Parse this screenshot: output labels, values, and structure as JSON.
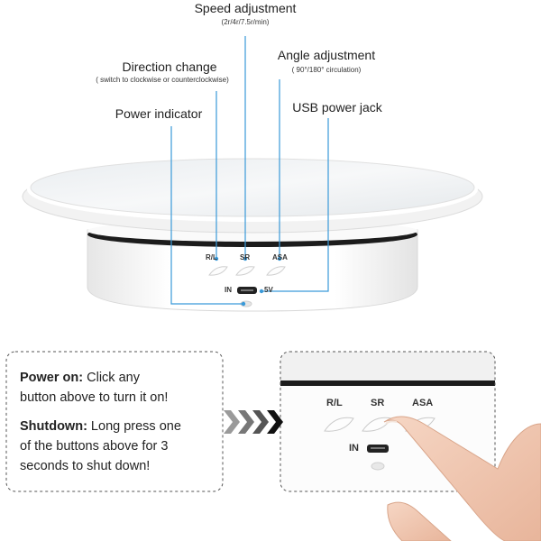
{
  "callouts": {
    "speed": {
      "title": "Speed adjustment",
      "detail": "(2r/4r/7.5r/min)"
    },
    "direction": {
      "title": "Direction change",
      "detail": "( switch to clockwise or counterclockwise)"
    },
    "angle": {
      "title": "Angle adjustment",
      "detail": "( 90°/180° circulation)"
    },
    "power_indicator": {
      "title": "Power indicator"
    },
    "usb": {
      "title": "USB power jack"
    }
  },
  "device": {
    "btn_rl": "R/L",
    "btn_sr": "SR",
    "btn_asa": "ASA",
    "port_in": "IN",
    "port_5v": "5V"
  },
  "instructions": {
    "power_on_label": "Power on:",
    "power_on_line1": " Click any",
    "power_on_line2": "button above to turn it on!",
    "shutdown_label": "Shutdown:",
    "shutdown_line1": " Long press one",
    "shutdown_line2": "of the buttons above for 3",
    "shutdown_line3": "seconds to shut down!"
  },
  "zoom": {
    "btn_rl": "R/L",
    "btn_sr": "SR",
    "btn_asa": "ASA",
    "port_in": "IN"
  },
  "colors": {
    "leader": "#3a9ad9",
    "arrow": "#555555"
  }
}
